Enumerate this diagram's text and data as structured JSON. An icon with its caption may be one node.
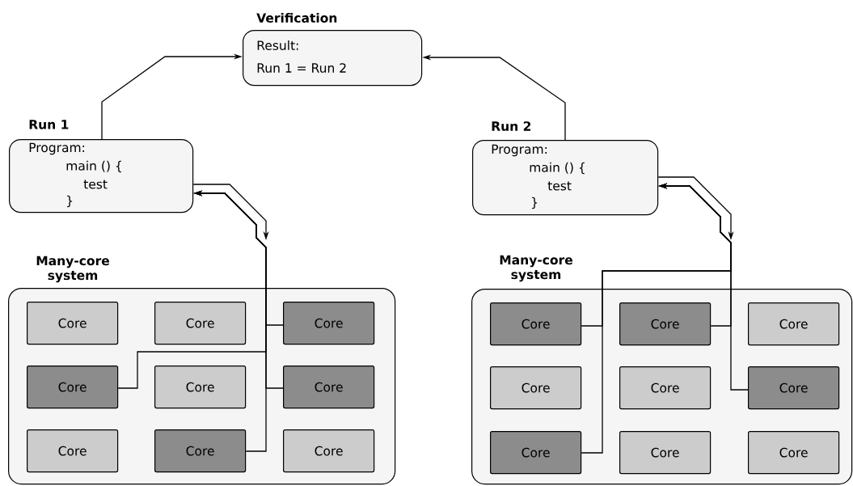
{
  "diagram": {
    "nodes": [
      {
        "text": [
          "Verification",
          "Result:",
          "Run 1 = Run 2"
        ]
      },
      {
        "text": [
          "Run 1",
          "Program:",
          "main () {",
          "test",
          "}"
        ]
      },
      {
        "text": [
          "Run 2",
          "Program:",
          "main () {",
          "test",
          "}"
        ]
      },
      {
        "text": [
          "Many-core system"
        ]
      },
      {
        "text": [
          "Core"
        ],
        "in": 3
      },
      {
        "text": [
          "Core"
        ],
        "in": 3
      },
      {
        "text": [
          "Core"
        ],
        "in": 3
      },
      {
        "text": [
          "Core"
        ],
        "in": 3
      },
      {
        "text": [
          "Core"
        ],
        "in": 3
      },
      {
        "text": [
          "Core"
        ],
        "in": 3
      },
      {
        "text": [
          "Core"
        ],
        "in": 3
      },
      {
        "text": [
          "Core"
        ],
        "in": 3
      },
      {
        "text": [
          "Core"
        ],
        "in": 3
      },
      {
        "text": [
          "Many-core system"
        ]
      },
      {
        "text": [
          "Core"
        ],
        "in": 13
      },
      {
        "text": [
          "Core"
        ],
        "in": 13
      },
      {
        "text": [
          "Core"
        ],
        "in": 13
      },
      {
        "text": [
          "Core"
        ],
        "in": 13
      },
      {
        "text": [
          "Core"
        ],
        "in": 13
      },
      {
        "text": [
          "Core"
        ],
        "in": 13
      },
      {
        "text": [
          "Core"
        ],
        "in": 13
      },
      {
        "text": [
          "Core"
        ],
        "in": 13
      },
      {
        "text": [
          "Core"
        ],
        "in": 13
      }
    ],
    "edges": [
      {
        "from": 1,
        "to": 0,
        "arrow": "to"
      },
      {
        "from": 2,
        "to": 0,
        "arrow": "to"
      },
      {
        "from": 1,
        "to": null,
        "arrow": "to"
      },
      {
        "from": 6,
        "to": 1,
        "arrow": "to"
      },
      {
        "from": 7,
        "to": 1,
        "arrow": "to"
      },
      {
        "from": 9,
        "to": 1,
        "arrow": "to"
      },
      {
        "from": 11,
        "to": 1,
        "arrow": "to"
      },
      {
        "from": 2,
        "to": null,
        "arrow": "to"
      },
      {
        "from": 14,
        "to": 2,
        "arrow": "to"
      },
      {
        "from": 15,
        "to": 2,
        "arrow": "to"
      },
      {
        "from": 19,
        "to": 2,
        "arrow": "to"
      },
      {
        "from": 20,
        "to": 2,
        "arrow": "to"
      }
    ]
  }
}
